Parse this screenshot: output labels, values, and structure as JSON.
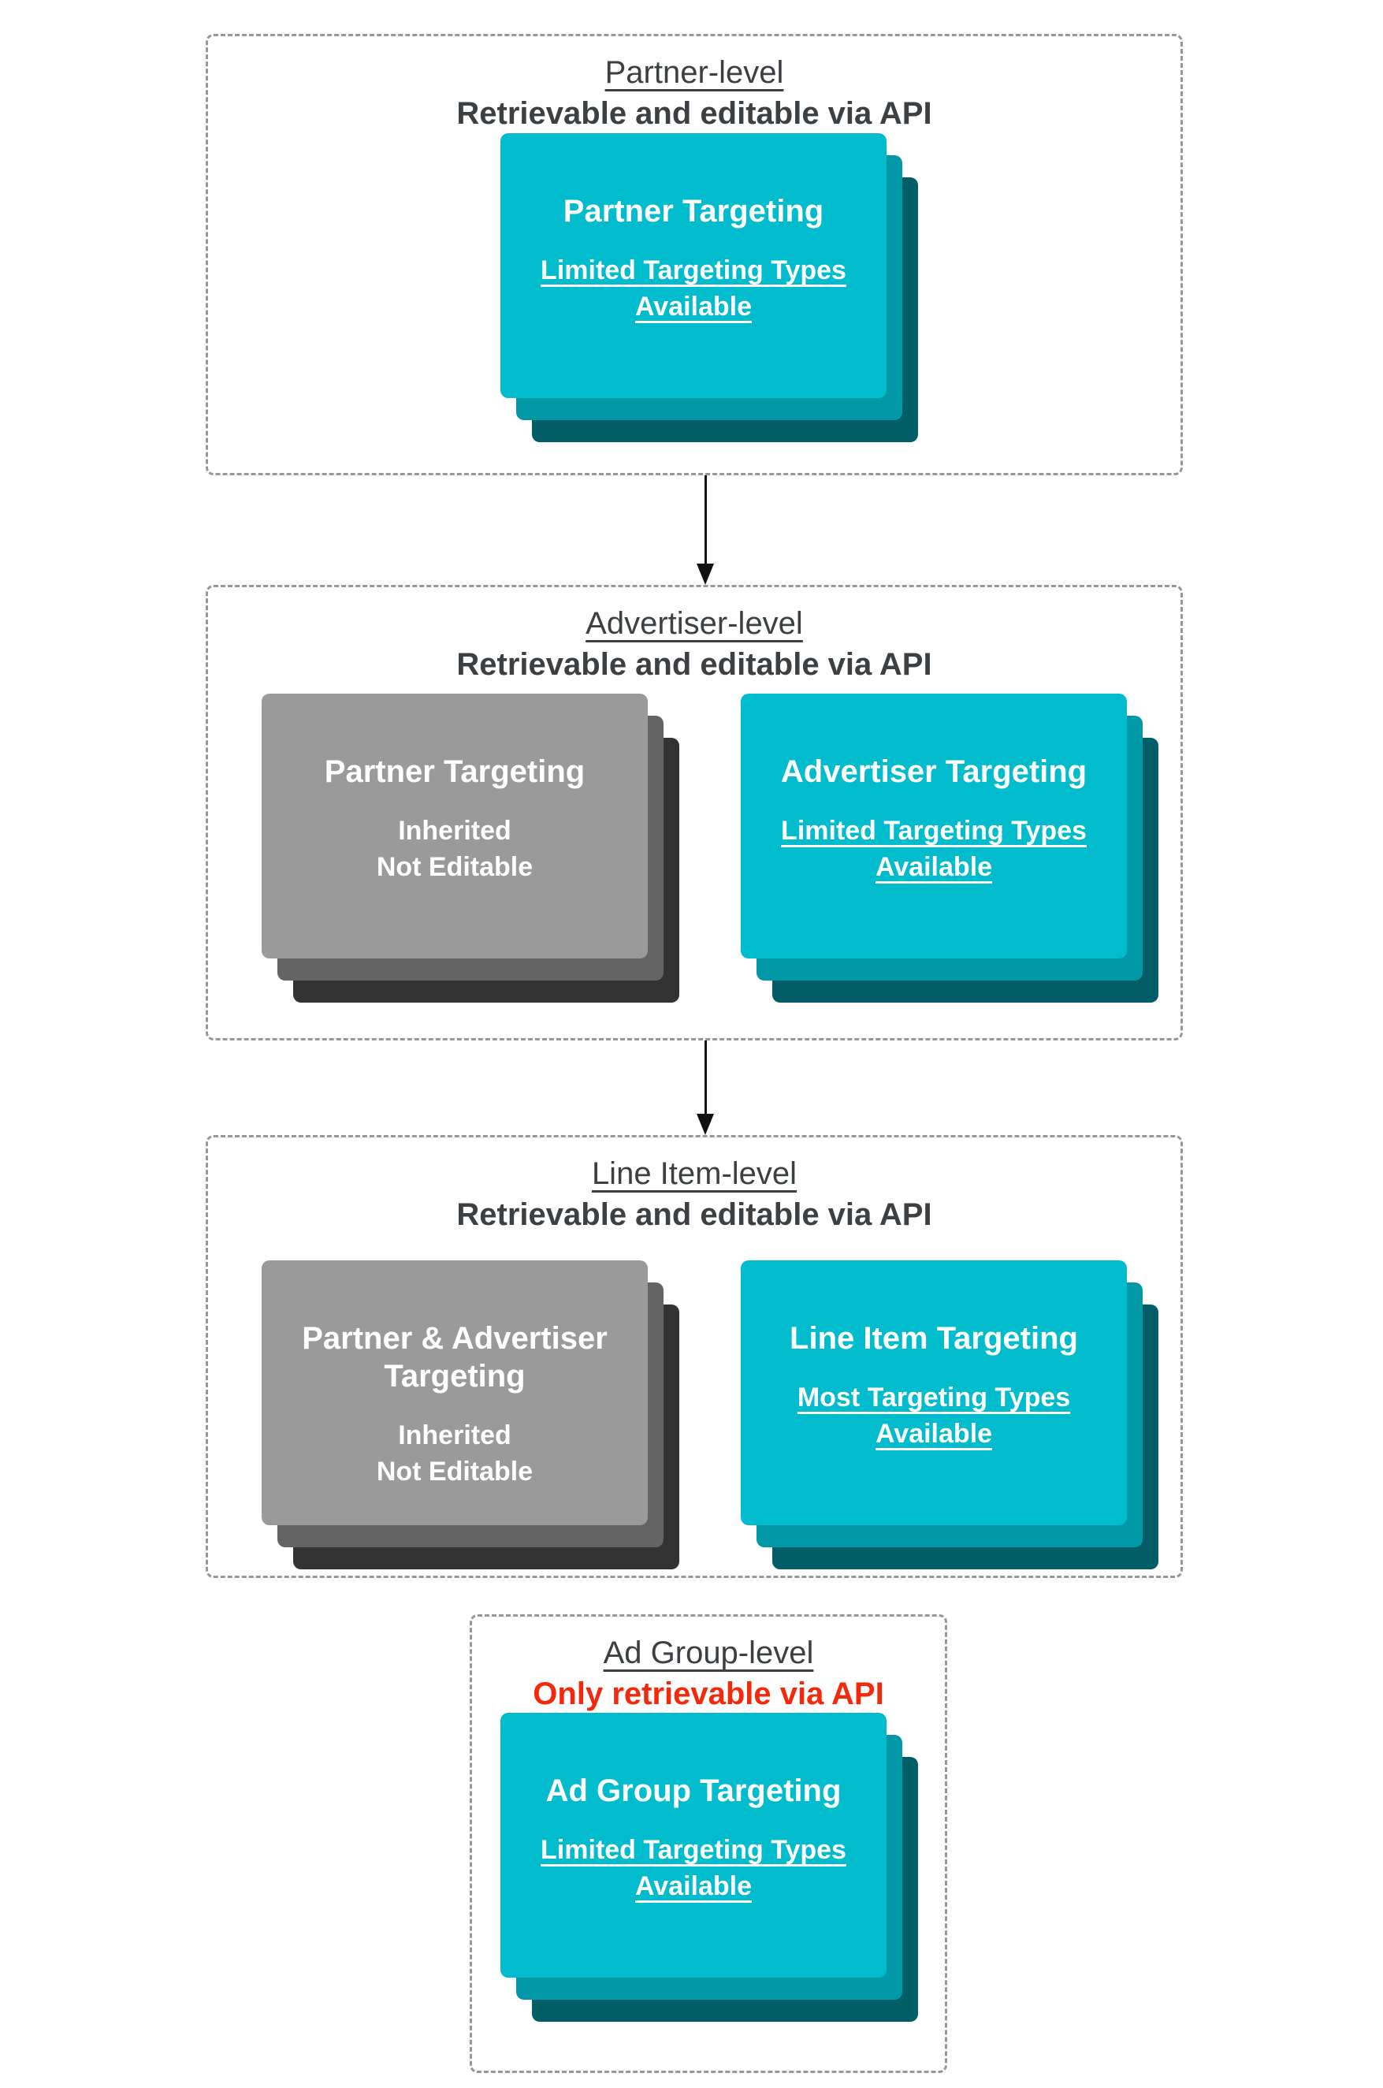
{
  "colors": {
    "cyan": "#00bccd",
    "cyan_shadow1": "#0097a7",
    "cyan_shadow2": "#025e66",
    "gray": "#9a9a9a",
    "gray_shadow1": "#646464",
    "gray_shadow2": "#333333",
    "heading": "#3c4043",
    "red": "#f4290c",
    "border": "#979797",
    "arrow": "#111111",
    "card_text": "#ffffff"
  },
  "sections": [
    {
      "heading": "Partner-level",
      "subheading": "Retrievable and editable via API",
      "cards": [
        {
          "variant": "cyan",
          "title": [
            "Partner Targeting"
          ],
          "sub": [
            "Limited Targeting Types",
            "Available"
          ],
          "sub_underlined": true
        }
      ]
    },
    {
      "heading": "Advertiser-level",
      "subheading": "Retrievable and editable via API",
      "cards": [
        {
          "variant": "gray",
          "title": [
            "Partner Targeting"
          ],
          "sub": [
            "Inherited",
            "Not Editable"
          ],
          "sub_underlined": false
        },
        {
          "variant": "cyan",
          "title": [
            "Advertiser Targeting"
          ],
          "sub": [
            "Limited Targeting Types",
            "Available"
          ],
          "sub_underlined": true
        }
      ]
    },
    {
      "heading": "Line Item-level",
      "subheading": "Retrievable and editable via API",
      "cards": [
        {
          "variant": "gray",
          "title": [
            "Partner & Advertiser",
            "Targeting"
          ],
          "sub": [
            "Inherited",
            "Not Editable"
          ],
          "sub_underlined": false
        },
        {
          "variant": "cyan",
          "title": [
            "Line Item Targeting"
          ],
          "sub": [
            "Most Targeting Types",
            "Available"
          ],
          "sub_underlined": true
        }
      ]
    },
    {
      "heading": "Ad Group-level",
      "subheading": "Only retrievable via API",
      "cards": [
        {
          "variant": "cyan",
          "title": [
            "Ad Group Targeting"
          ],
          "sub": [
            "Limited Targeting Types",
            "Available"
          ],
          "sub_underlined": true
        }
      ]
    }
  ]
}
